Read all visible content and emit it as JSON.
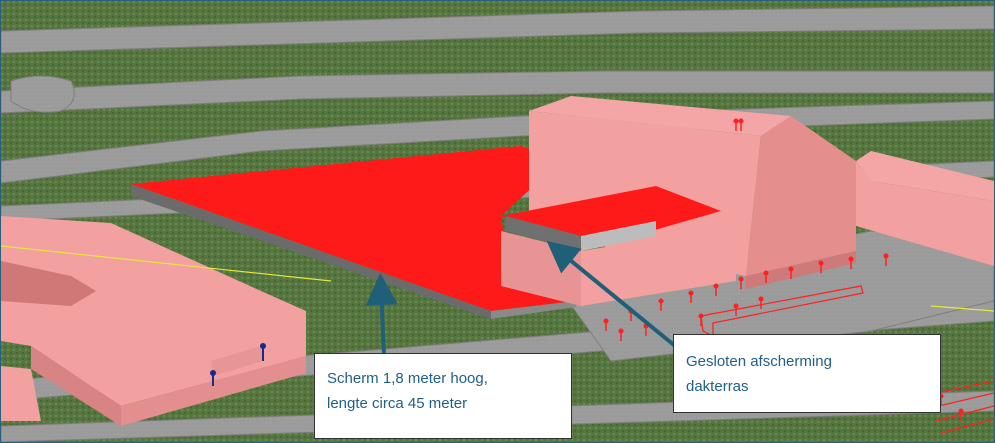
{
  "callouts": {
    "screen": {
      "line1": "Scherm 1,8 meter hoog,",
      "line2": "lengte circa 45 meter"
    },
    "roof_terrace": {
      "line1": "Gesloten afscherming",
      "line2": "dakterras"
    }
  },
  "colors": {
    "grass": "#5a7a44",
    "road": "#9a9a9a",
    "building": "#f2a0a0",
    "screen": "#ff1a1a",
    "arrow": "#1f5f78"
  }
}
